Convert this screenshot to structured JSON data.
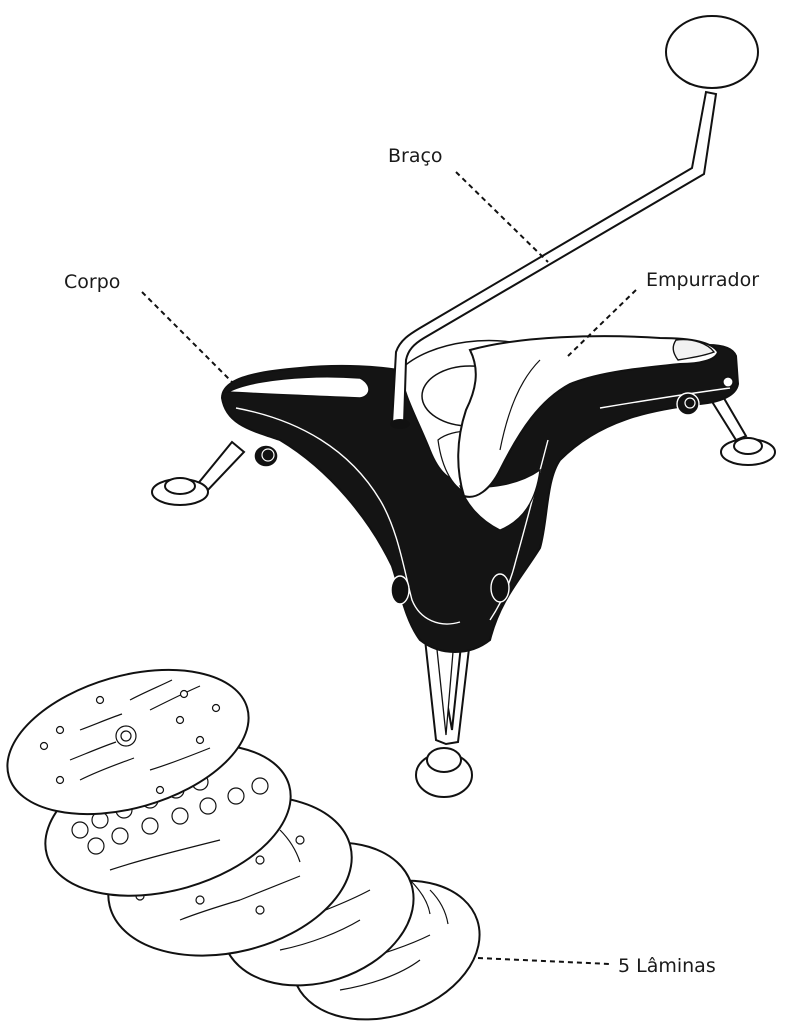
{
  "labels": {
    "braco": "Braço",
    "corpo": "Corpo",
    "empurrador": "Empurrador",
    "laminas": "5 Lâminas"
  },
  "colors": {
    "ink": "#111111",
    "body": "#141414",
    "paper": "#ffffff"
  }
}
